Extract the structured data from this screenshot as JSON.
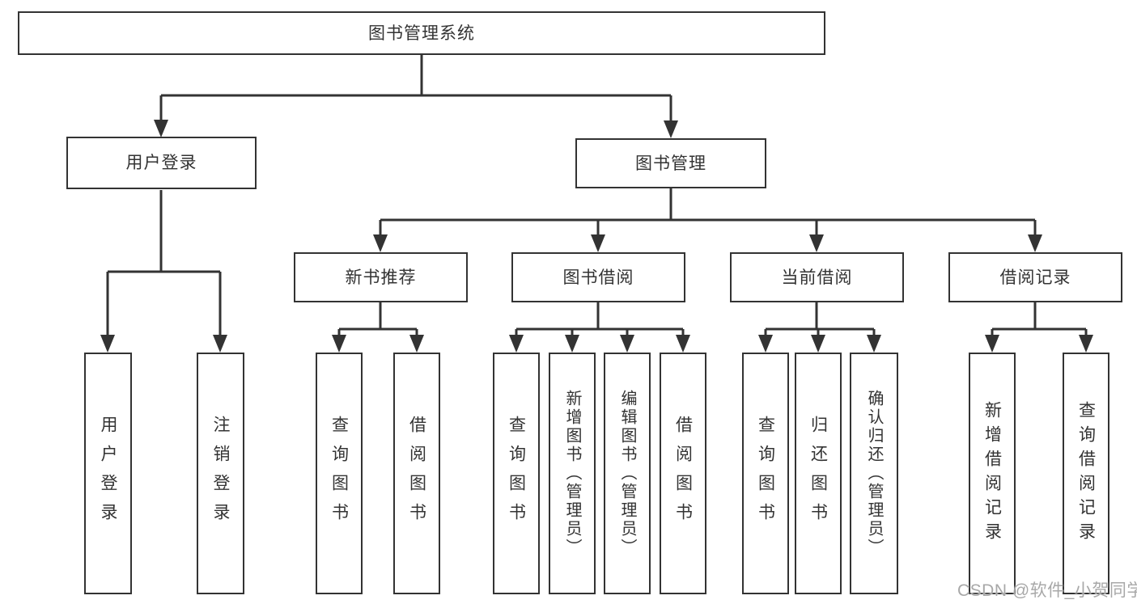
{
  "diagram": {
    "root": {
      "label": "图书管理系统"
    },
    "branches": [
      {
        "label": "用户登录"
      },
      {
        "label": "图书管理"
      }
    ],
    "modules": [
      {
        "label": "新书推荐"
      },
      {
        "label": "图书借阅"
      },
      {
        "label": "当前借阅"
      },
      {
        "label": "借阅记录"
      }
    ],
    "leaves": [
      {
        "label": "用户登录"
      },
      {
        "label": "注销登录"
      },
      {
        "label": "查询图书"
      },
      {
        "label": "借阅图书"
      },
      {
        "label": "查询图书"
      },
      {
        "label": "新增图书（管理员）"
      },
      {
        "label": "编辑图书（管理员）"
      },
      {
        "label": "借阅图书"
      },
      {
        "label": "查询图书"
      },
      {
        "label": "归还图书"
      },
      {
        "label": "确认归还（管理员）"
      },
      {
        "label": "新增借阅记录"
      },
      {
        "label": "查询借阅记录"
      }
    ]
  },
  "watermark": {
    "text": "CSDN @软件_小贺同学"
  },
  "colors": {
    "line": "#333333",
    "text": "#333333",
    "background": "#ffffff",
    "watermark": "#a8a8a8"
  }
}
